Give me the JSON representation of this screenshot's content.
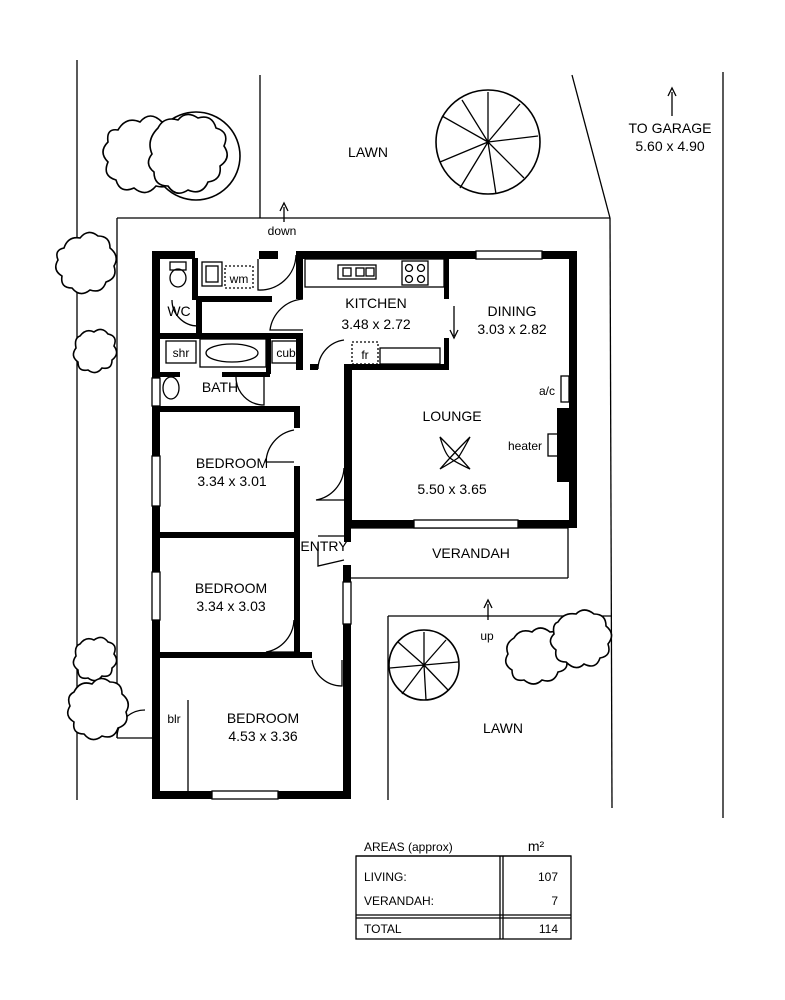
{
  "labels": {
    "lawn_top": "LAWN",
    "to_garage": "TO GARAGE",
    "garage_size": "5.60 x 4.90",
    "down": "down",
    "up": "up",
    "wm": "wm",
    "wc": "WC",
    "kitchen": "KITCHEN",
    "kitchen_size": "3.48 x 2.72",
    "dining": "DINING",
    "dining_size": "3.03 x 2.82",
    "shr": "shr",
    "cub": "cub",
    "fr": "fr",
    "bath": "BATH",
    "ac": "a/c",
    "lounge": "LOUNGE",
    "heater": "heater",
    "lounge_size": "5.50 x 3.65",
    "bed1": "BEDROOM",
    "bed1_size": "3.34 x 3.01",
    "entry": "ENTRY",
    "verandah": "VERANDAH",
    "bed2": "BEDROOM",
    "bed2_size": "3.34 x 3.03",
    "blr": "blr",
    "bed3": "BEDROOM",
    "bed3_size": "4.53 x 3.36",
    "lawn_bottom": "LAWN"
  },
  "areas_table": {
    "header_label": "AREAS (approx)",
    "unit": "m²",
    "rows": [
      {
        "label": "LIVING:",
        "value": "107"
      },
      {
        "label": "VERANDAH:",
        "value": "7"
      }
    ],
    "total_label": "TOTAL",
    "total_value": "114"
  }
}
